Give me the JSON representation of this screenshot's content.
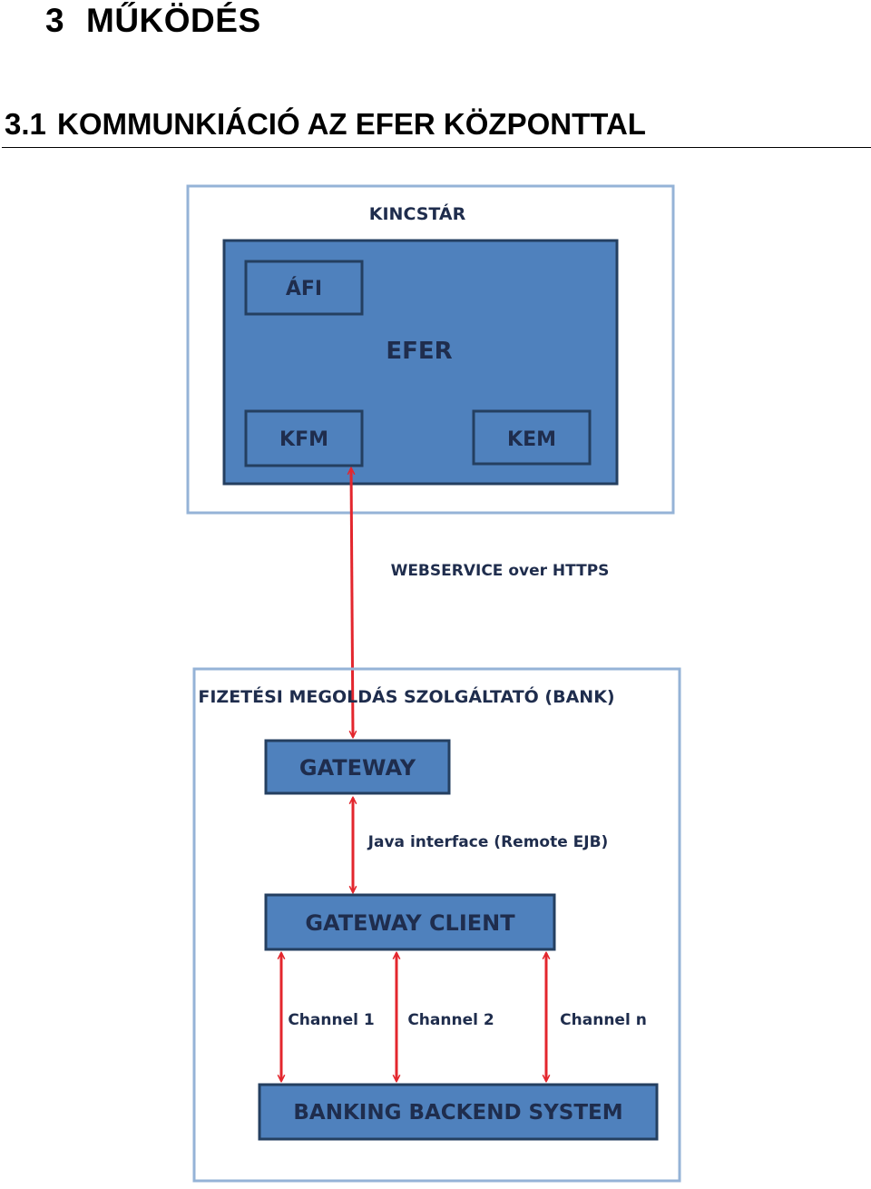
{
  "heading1": {
    "number": "3",
    "title": "MŰKÖDÉS"
  },
  "heading2": {
    "number": "3.1",
    "title": "KOMMUNKIÁCIÓ AZ EFER KÖZPONTTAL"
  },
  "diagram": {
    "kincstar": "KINCSTÁR",
    "efer": "EFER",
    "afi": "ÁFI",
    "kfm": "KFM",
    "kem": "KEM",
    "webservice": "WEBSERVICE over HTTPS",
    "bank": "FIZETÉSI MEGOLDÁS SZOLGÁLTATÓ (BANK)",
    "gateway": "GATEWAY",
    "java_interface": "Java interface (Remote EJB)",
    "gateway_client": "GATEWAY CLIENT",
    "channel_1": "Channel 1",
    "channel_2": "Channel 2",
    "channel_n": "Channel n",
    "banking_backend": "BANKING BACKEND SYSTEM"
  },
  "colors": {
    "box_fill": "#4f81bd",
    "box_border": "#243f60",
    "frame_border": "#95b3d7",
    "arrow": "#e3262d",
    "label_dark": "#1f2d4d"
  }
}
